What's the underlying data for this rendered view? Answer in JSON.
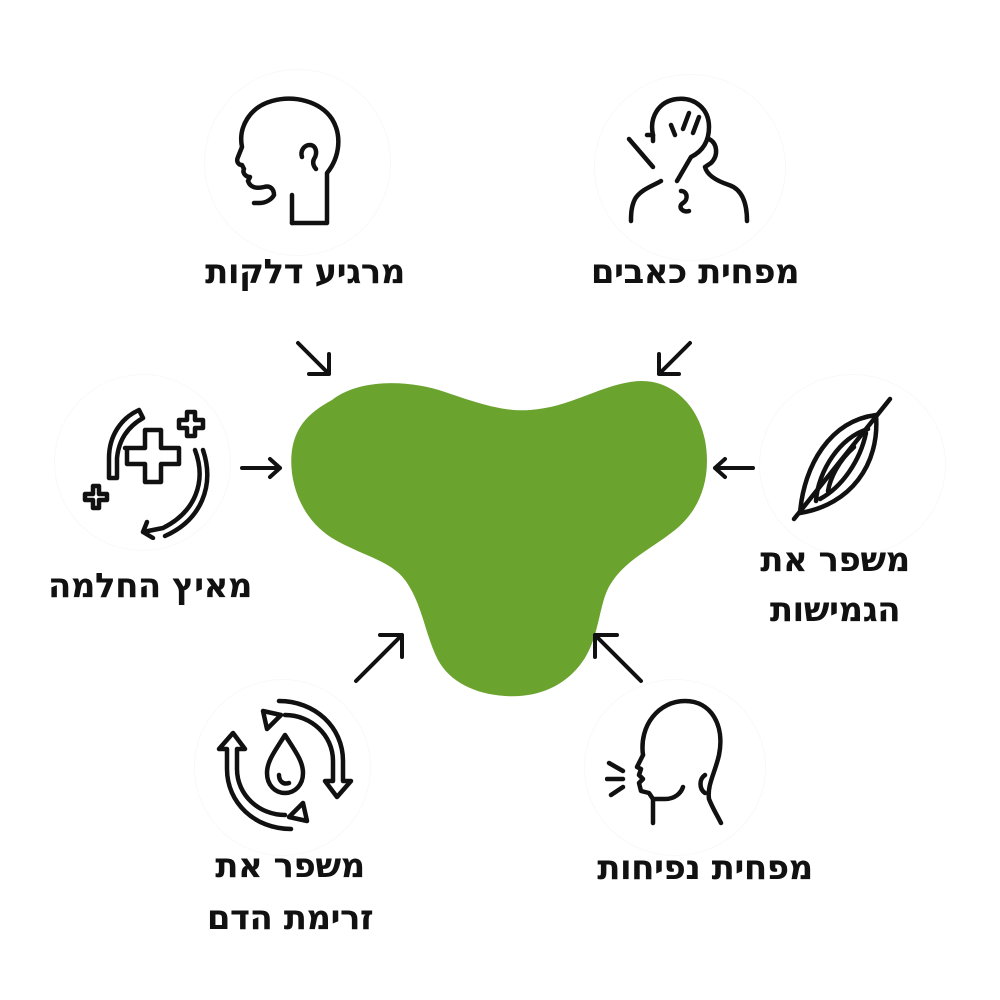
{
  "colors": {
    "patch": "#6ba32f",
    "ink": "#111111",
    "background": "#ffffff"
  },
  "center": {
    "icon": "green-patch-shape"
  },
  "benefits": [
    {
      "id": "inflammation",
      "label": "מרגיע דלקות",
      "icon": "head-profile-icon",
      "position": "top-left"
    },
    {
      "id": "pain",
      "label": "מפחית כאבים",
      "icon": "neck-pain-icon",
      "position": "top-right"
    },
    {
      "id": "healing",
      "label": "מאיץ החלמה",
      "icon": "medical-cross-cycle-icon",
      "position": "middle-left"
    },
    {
      "id": "elasticity",
      "label_line1": "משפר את",
      "label_line2": "הגמישות",
      "icon": "leaf-icon",
      "position": "middle-right"
    },
    {
      "id": "circulation",
      "label_line1": "משפר את",
      "label_line2": "זרימת הדם",
      "icon": "blood-drop-cycle-icon",
      "position": "bottom-left"
    },
    {
      "id": "swelling",
      "label": "מפחית נפיחות",
      "icon": "head-breath-icon",
      "position": "bottom-right"
    }
  ]
}
